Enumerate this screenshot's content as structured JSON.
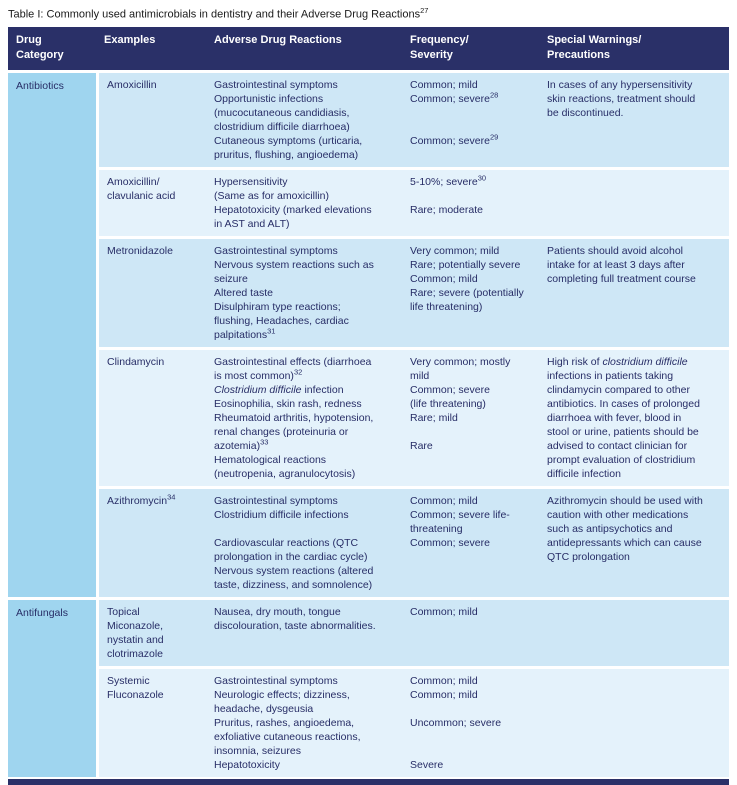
{
  "title": "Table I: Commonly used antimicrobials in dentistry and their Adverse Drug Reactions`27`",
  "colors": {
    "header_bg": "#2a3068",
    "header_text": "#ffffff",
    "category_column_bg": "#9fd5ef",
    "row_shade_dark": "#cee7f6",
    "row_shade_light": "#e4f2fb",
    "body_text": "#272d66",
    "title_text": "#1a1a1a"
  },
  "header": {
    "columns": [
      "Drug\nCategory",
      "Examples",
      "Adverse Drug Reactions",
      "Frequency/\nSeverity",
      "Special Warnings/\nPrecautions"
    ]
  },
  "sections": [
    {
      "category": "Antibiotics",
      "rows": [
        {
          "shade": "dark",
          "example": "Amoxicillin",
          "adr": "Gastrointestinal symptoms\nOpportunistic infections\n(mucocutaneous candidiasis,\nclostridium difficile diarrhoea)\nCutaneous symptoms (urticaria,\npruritus, flushing, angioedema)",
          "frequency": "Common; mild\nCommon; severe`28`\n\n\nCommon; severe`29`",
          "warning": "In cases of any hypersensitivity\nskin reactions, treatment should\nbe discontinued."
        },
        {
          "shade": "light",
          "example": "Amoxicillin/\nclavulanic acid",
          "adr": "Hypersensitivity\n(Same as for amoxicillin)\nHepatotoxicity (marked elevations\nin AST and ALT)",
          "frequency": "5-10%; severe`30`\n\nRare; moderate",
          "warning": ""
        },
        {
          "shade": "dark",
          "example": "Metronidazole",
          "adr": "Gastrointestinal symptoms\nNervous system reactions such as\nseizure\nAltered taste\nDisulphiram type reactions;\nflushing, Headaches, cardiac\npalpitations`31`",
          "frequency": "Very common; mild\nRare; potentially severe\nCommon; mild\nRare; severe (potentially\nlife threatening)",
          "warning": "Patients should avoid alcohol\nintake for at least 3 days after\ncompleting full treatment course"
        },
        {
          "shade": "light",
          "example": "Clindamycin",
          "adr": "Gastrointestinal effects (diarrhoea\nis most common)`32`\n*Clostridium difficile* infection\nEosinophilia, skin rash, redness\nRheumatoid arthritis, hypotension,\nrenal changes (proteinuria or\nazotemia)`33`\nHematological reactions\n(neutropenia, agranulocytosis)",
          "frequency": "Very common; mostly\nmild\nCommon; severe\n(life threatening)\nRare; mild\n\nRare",
          "warning": "High risk of *clostridium difficile*\ninfections in patients taking\nclindamycin compared to other\nantibiotics. In cases of prolonged\ndiarrhoea with fever, blood in\nstool or urine, patients should be\nadvised to contact clinician for\nprompt evaluation of clostridium\ndifficile infection"
        },
        {
          "shade": "dark",
          "example": "Azithromycin`34`",
          "adr": "Gastrointestinal symptoms\nClostridium difficile infections\n\nCardiovascular reactions (QTC\nprolongation in the cardiac cycle)\nNervous system reactions (altered\ntaste, dizziness, and somnolence)",
          "frequency": "Common; mild\nCommon; severe life-\nthreatening\nCommon; severe",
          "warning": "Azithromycin should be used with\ncaution with other medications\nsuch as antipsychotics and\nantidepressants which can cause\nQTC prolongation"
        }
      ]
    },
    {
      "category": "Antifungals",
      "rows": [
        {
          "shade": "dark",
          "example": "Topical\nMiconazole,\nnystatin and\nclotrimazole",
          "adr": "Nausea, dry mouth, tongue\ndiscolouration, taste abnormalities.",
          "frequency": "Common; mild",
          "warning": ""
        },
        {
          "shade": "light",
          "example": "Systemic\nFluconazole",
          "adr": "Gastrointestinal symptoms\nNeurologic effects; dizziness,\nheadache, dysgeusia\nPruritus, rashes, angioedema,\nexfoliative cutaneous reactions,\ninsomnia, seizures\nHepatotoxicity",
          "frequency": "Common; mild\nCommon; mild\n\nUncommon; severe\n\n\nSevere",
          "warning": ""
        }
      ]
    }
  ]
}
